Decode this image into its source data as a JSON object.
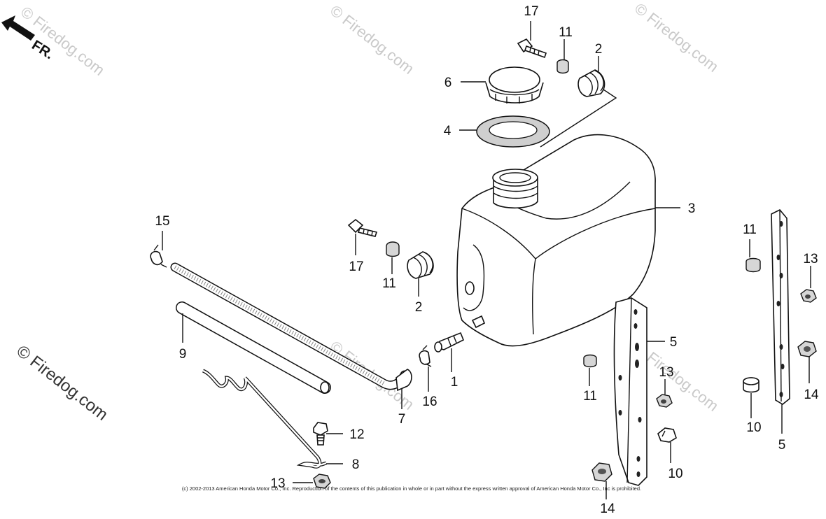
{
  "direction": {
    "label": "FR.",
    "icon": "front-arrow-icon"
  },
  "watermark": "© Firedog.com",
  "copyright": "(c) 2002-2013 American Honda Motor Co., Inc. Reproduction of the contents of this publication in whole or in part without the express written approval of American Honda Motor Co., Inc is prohibited.",
  "callouts": [
    {
      "id": "c1",
      "label": "1"
    },
    {
      "id": "c2a",
      "label": "2"
    },
    {
      "id": "c2b",
      "label": "2"
    },
    {
      "id": "c3",
      "label": "3"
    },
    {
      "id": "c4",
      "label": "4"
    },
    {
      "id": "c5a",
      "label": "5"
    },
    {
      "id": "c5b",
      "label": "5"
    },
    {
      "id": "c6",
      "label": "6"
    },
    {
      "id": "c7",
      "label": "7"
    },
    {
      "id": "c8",
      "label": "8"
    },
    {
      "id": "c9",
      "label": "9"
    },
    {
      "id": "c10a",
      "label": "10"
    },
    {
      "id": "c10b",
      "label": "10"
    },
    {
      "id": "c11a",
      "label": "11"
    },
    {
      "id": "c11b",
      "label": "11"
    },
    {
      "id": "c11c",
      "label": "11"
    },
    {
      "id": "c11d",
      "label": "11"
    },
    {
      "id": "c12",
      "label": "12"
    },
    {
      "id": "c13a",
      "label": "13"
    },
    {
      "id": "c13b",
      "label": "13"
    },
    {
      "id": "c13c",
      "label": "13"
    },
    {
      "id": "c14a",
      "label": "14"
    },
    {
      "id": "c14b",
      "label": "14"
    },
    {
      "id": "c15",
      "label": "15"
    },
    {
      "id": "c16",
      "label": "16"
    },
    {
      "id": "c17a",
      "label": "17"
    },
    {
      "id": "c17b",
      "label": "17"
    }
  ]
}
